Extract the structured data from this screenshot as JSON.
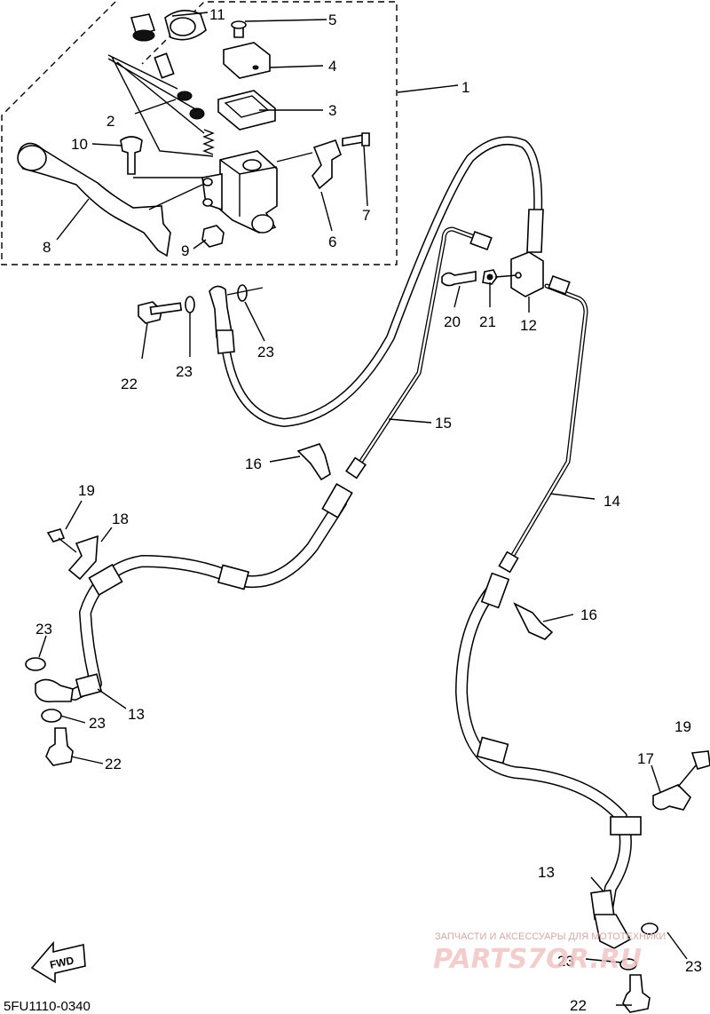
{
  "labels": {
    "p1": "1",
    "p2": "2",
    "p3": "3",
    "p4": "4",
    "p5": "5",
    "p6": "6",
    "p7": "7",
    "p8": "8",
    "p9": "9",
    "p10": "10",
    "p11": "11",
    "p12": "12",
    "p13a": "13",
    "p13b": "13",
    "p14": "14",
    "p15": "15",
    "p16a": "16",
    "p16b": "16",
    "p17": "17",
    "p18": "18",
    "p19a": "19",
    "p19b": "19",
    "p20": "20",
    "p21": "21",
    "p22a": "22",
    "p22b": "22",
    "p22c": "22",
    "p23a": "23",
    "p23b": "23",
    "p23c": "23",
    "p23d": "23",
    "p23e": "23",
    "p23f": "23"
  },
  "fwd_label": "FWD",
  "diagram_code": "5FU1110-0340",
  "watermark": {
    "small": "ЗАПЧАСТИ И АКСЕССУАРЫ ДЛЯ МОТОТЕХНИКИ",
    "big": "PARTS7OR.RU"
  }
}
